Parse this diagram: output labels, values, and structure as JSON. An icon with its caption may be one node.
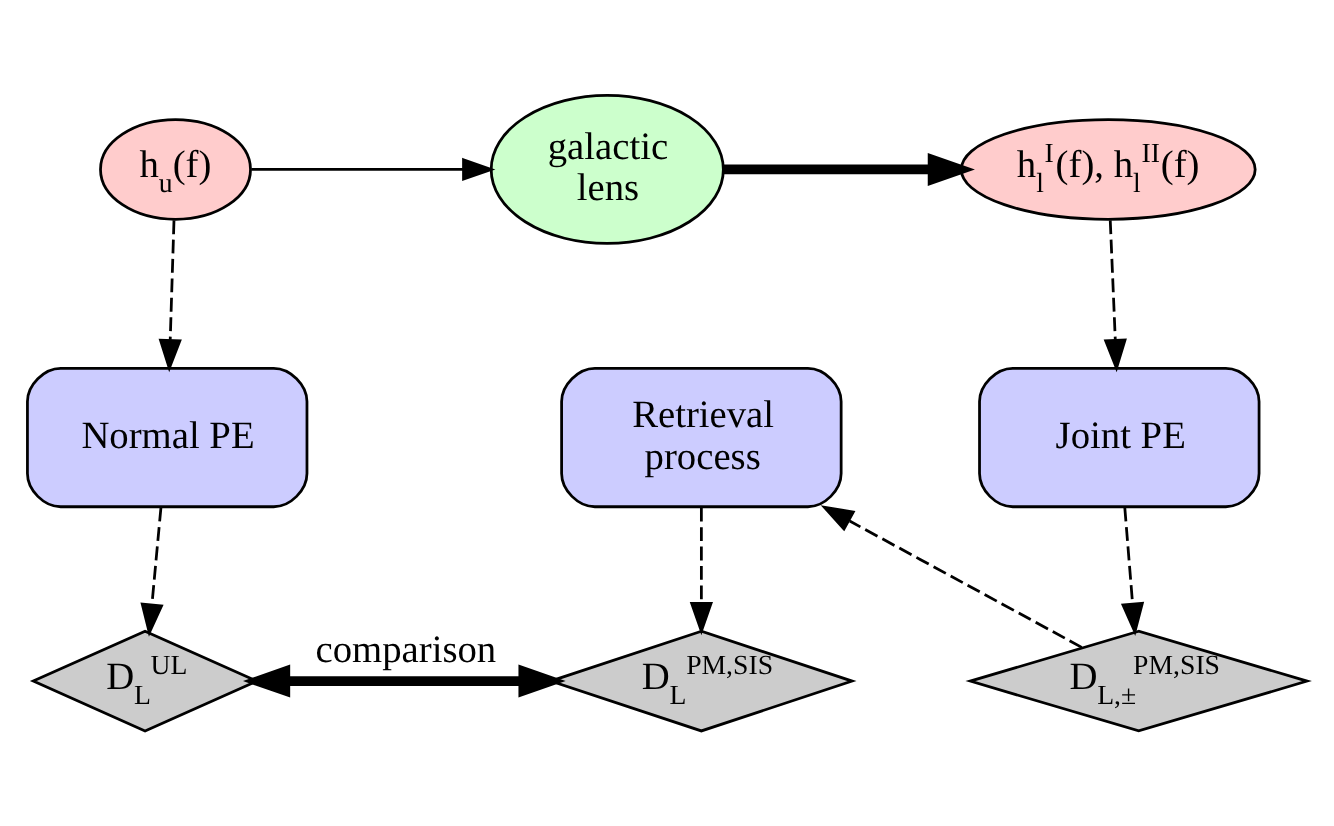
{
  "diagram": {
    "nodes": [
      {
        "text": [
          "h$_{u}$(f)"
        ]
      },
      {
        "text": [
          "galactic lens"
        ]
      },
      {
        "text": [
          "h$_{l}$$^{I}$(f), h$_{l}$$^{II}$(f)"
        ]
      },
      {
        "text": [
          "Normal PE"
        ]
      },
      {
        "text": [
          "Retrieval process"
        ]
      },
      {
        "text": [
          "Joint PE"
        ]
      },
      {
        "text": [
          "D$_{L}$$^{UL}$"
        ]
      },
      {
        "text": [
          "D$_{L}$$^{PM,SIS}$"
        ]
      },
      {
        "text": [
          "D$_{L,±}$$^{PM,SIS}$"
        ]
      }
    ],
    "edges": [
      {
        "from": 0,
        "to": 1,
        "arrow": "to"
      },
      {
        "from": 1,
        "to": 2,
        "arrow": "to",
        "style": "thick"
      },
      {
        "from": 0,
        "to": 3,
        "arrow": "to",
        "style": "dashed"
      },
      {
        "from": 2,
        "to": 5,
        "arrow": "to",
        "style": "dashed"
      },
      {
        "from": 3,
        "to": 6,
        "arrow": "to",
        "style": "dashed"
      },
      {
        "from": 4,
        "to": 7,
        "arrow": "to",
        "style": "dashed"
      },
      {
        "from": 5,
        "to": 8,
        "arrow": "to",
        "style": "dashed"
      },
      {
        "from": 8,
        "to": 4,
        "arrow": "to",
        "style": "dashed"
      },
      {
        "from": 6,
        "to": 7,
        "arrow": "both",
        "label": "comparison",
        "style": "thick"
      }
    ]
  }
}
